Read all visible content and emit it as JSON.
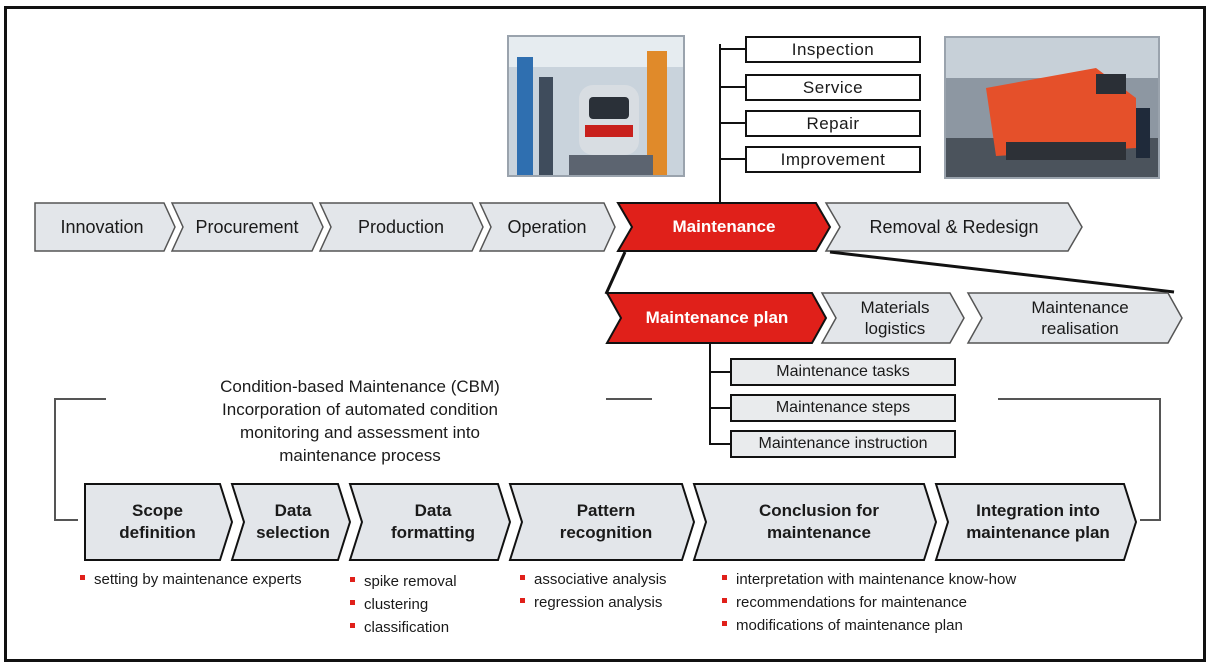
{
  "colors": {
    "accent": "#e0201a",
    "chevron_fill": "#e3e6ea",
    "outline": "#111111"
  },
  "lifecycle": [
    "Innovation",
    "Procurement",
    "Production",
    "Operation",
    "Maintenance",
    "Removal & Redesign"
  ],
  "maintenance_types": [
    "Inspection",
    "Service",
    "Repair",
    "Improvement"
  ],
  "maintenance_chain": [
    "Maintenance plan",
    "Materials logistics",
    "Maintenance realisation"
  ],
  "plan_items": [
    "Maintenance tasks",
    "Maintenance steps",
    "Maintenance instruction"
  ],
  "cbm": {
    "line1": "Condition-based Maintenance (CBM)",
    "line2": "Incorporation of automated condition",
    "line3": "monitoring and assessment into",
    "line4": "maintenance process"
  },
  "cbm_steps": [
    "Scope definition",
    "Data selection",
    "Data formatting",
    "Pattern recognition",
    "Conclusion for maintenance",
    "Integration into maintenance plan"
  ],
  "bullets": {
    "scope": [
      "setting by maintenance experts"
    ],
    "formatting": [
      "spike removal",
      "clustering",
      "classification"
    ],
    "pattern": [
      "associative analysis",
      "regression analysis"
    ],
    "conclusion": [
      "interpretation with maintenance know-how",
      "recommendations for maintenance",
      "modifications of maintenance plan"
    ]
  }
}
